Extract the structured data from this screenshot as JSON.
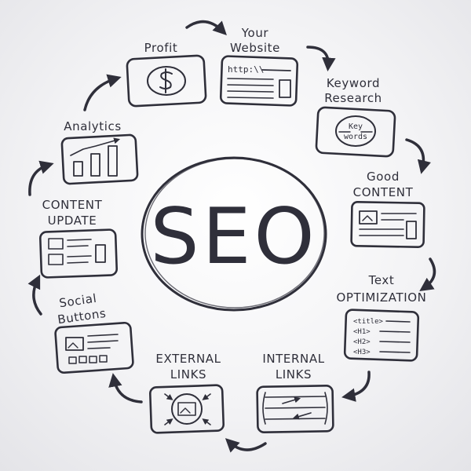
{
  "diagram": {
    "center": "SEO",
    "steps": [
      {
        "id": "your-website",
        "lines": [
          "Your",
          "Website"
        ],
        "inner_text": "http:\\\\"
      },
      {
        "id": "keyword-research",
        "lines": [
          "Keyword",
          "Research"
        ],
        "inner_lines": [
          "Key",
          "words"
        ]
      },
      {
        "id": "good-content",
        "lines": [
          "Good",
          "CONTENT"
        ]
      },
      {
        "id": "text-optimization",
        "lines": [
          "Text",
          "OPTIMIZATION"
        ],
        "inner_lines": [
          "<title>",
          "<H1>",
          "<H2>",
          "<H3>"
        ]
      },
      {
        "id": "internal-links",
        "lines": [
          "INTERNAL",
          "LINKS"
        ]
      },
      {
        "id": "external-links",
        "lines": [
          "EXTERNAL",
          "LINKS"
        ]
      },
      {
        "id": "social-buttons",
        "lines": [
          "Social",
          "Buttons"
        ]
      },
      {
        "id": "content-update",
        "lines": [
          "CONTENT",
          "UPDATE"
        ]
      },
      {
        "id": "analytics",
        "lines": [
          "Analytics"
        ]
      },
      {
        "id": "profit",
        "lines": [
          "Profit"
        ]
      }
    ]
  },
  "icons": {
    "profit": "dollar-coin-icon",
    "analytics": "bar-chart-icon",
    "website": "browser-window-icon",
    "keyword": "keyword-bubble-icon",
    "content": "document-layout-icon",
    "text_opt": "html-tags-icon",
    "internal": "internal-links-icon",
    "external": "external-links-icon",
    "social": "social-share-icon",
    "update": "content-update-icon"
  },
  "colors": {
    "ink": "#2f2f3a",
    "background": "#f1f1f3"
  }
}
